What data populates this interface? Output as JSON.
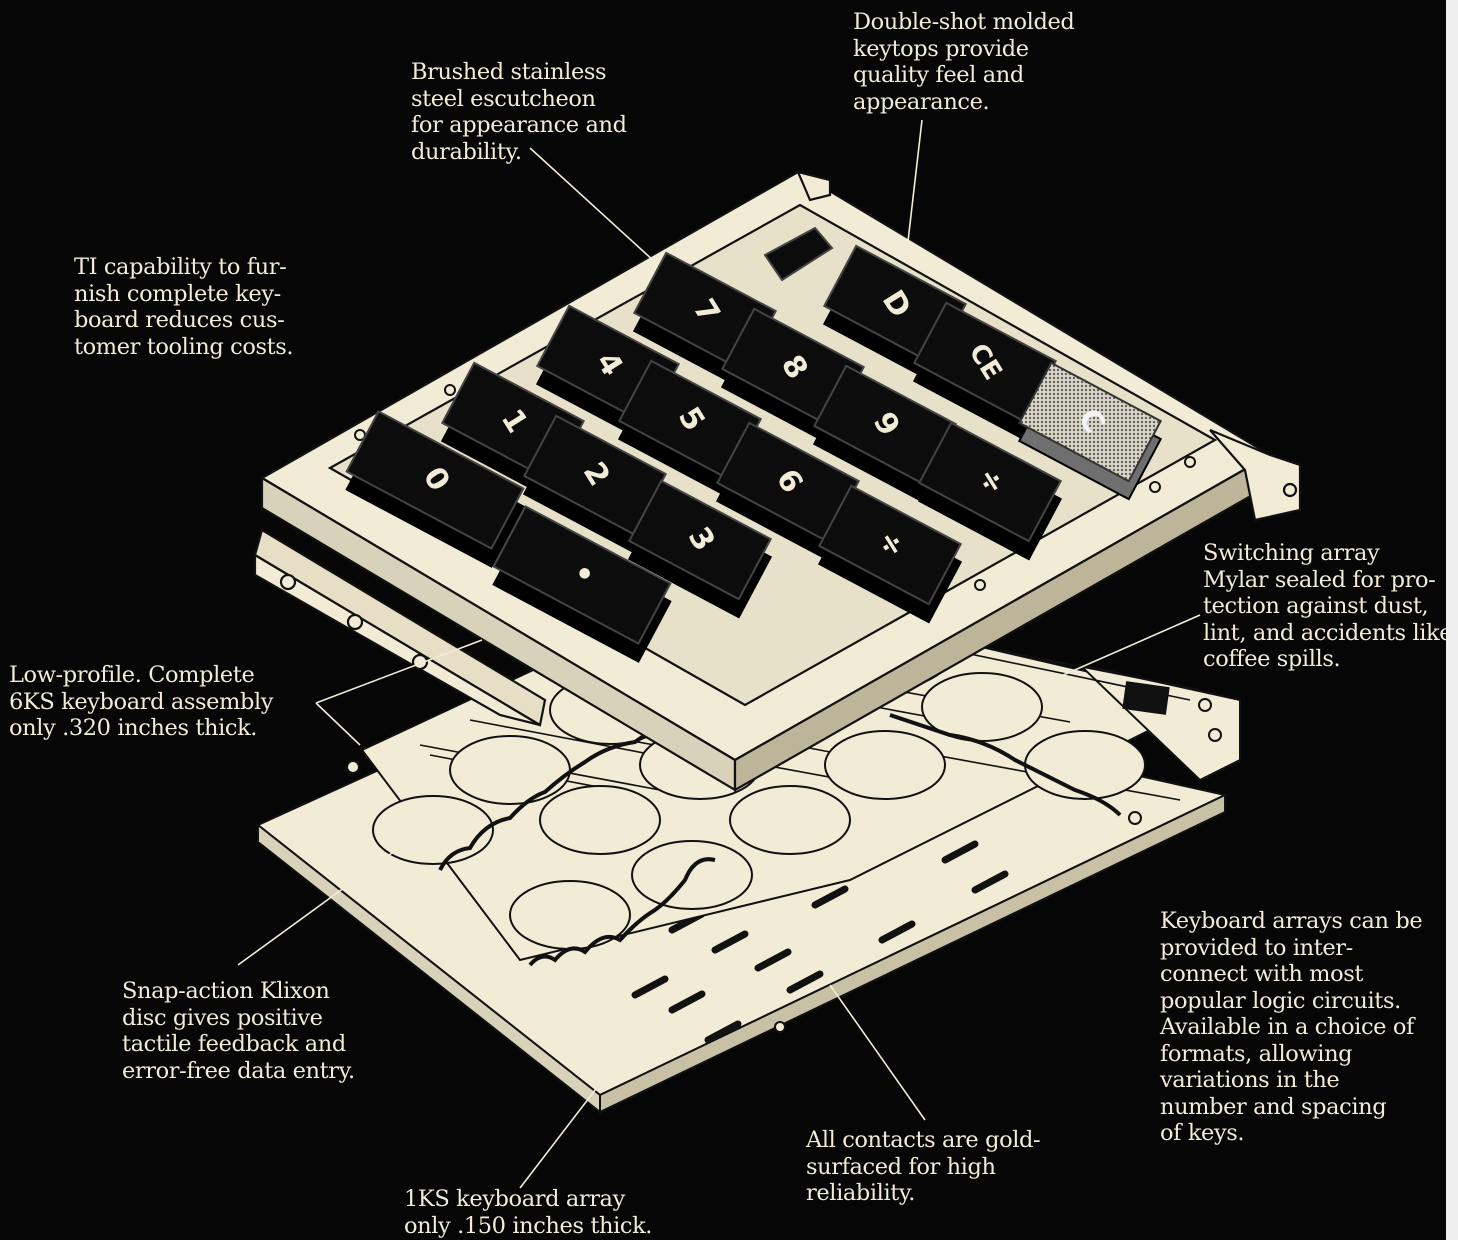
{
  "theme": {
    "background": "#060606",
    "ink": "#f2ecd6",
    "key_face": "#0c0c0c",
    "clear_key": "#8c8c8c"
  },
  "keys": [
    {
      "id": "0",
      "label": "0"
    },
    {
      "id": "1",
      "label": "1"
    },
    {
      "id": "2",
      "label": "2"
    },
    {
      "id": "3",
      "label": "3"
    },
    {
      "id": "4",
      "label": "4"
    },
    {
      "id": "5",
      "label": "5"
    },
    {
      "id": "6",
      "label": "6"
    },
    {
      "id": "7",
      "label": "7"
    },
    {
      "id": "8",
      "label": "8"
    },
    {
      "id": "9",
      "label": "9"
    },
    {
      "id": "d",
      "label": "D"
    },
    {
      "id": "ce",
      "label": "CE"
    },
    {
      "id": "c",
      "label": "C"
    },
    {
      "id": "decimal",
      "label": "•"
    },
    {
      "id": "div1",
      "label": "÷"
    },
    {
      "id": "div2",
      "label": "÷"
    }
  ],
  "callouts": {
    "escutcheon": [
      "Brushed stainless",
      "steel escutcheon",
      "for appearance and",
      "durability."
    ],
    "keytops": [
      "Double-shot molded",
      "keytops provide",
      "quality feel and",
      "appearance."
    ],
    "tooling": [
      "TI capability to fur-",
      "nish complete key-",
      "board reduces cus-",
      "tomer tooling costs."
    ],
    "switching": [
      "Switching array",
      "Mylar sealed for pro-",
      "tection against dust,",
      "lint, and accidents like",
      "coffee spills."
    ],
    "lowprofile": [
      "Low-profile. Complete",
      "6KS keyboard assembly",
      "only .320 inches thick."
    ],
    "interconnect": [
      "Keyboard arrays can be",
      "provided to inter-",
      "connect with most",
      "popular logic circuits.",
      "Available in a choice of",
      "formats, allowing",
      "variations in the",
      "number and spacing",
      "of keys."
    ],
    "klixon": [
      "Snap-action Klixon",
      "disc gives positive",
      "tactile feedback and",
      "error-free data entry."
    ],
    "contacts": [
      "All contacts are gold-",
      "surfaced for high",
      "reliability."
    ],
    "array1ks": [
      "1KS keyboard array",
      "only .150 inches thick."
    ]
  }
}
